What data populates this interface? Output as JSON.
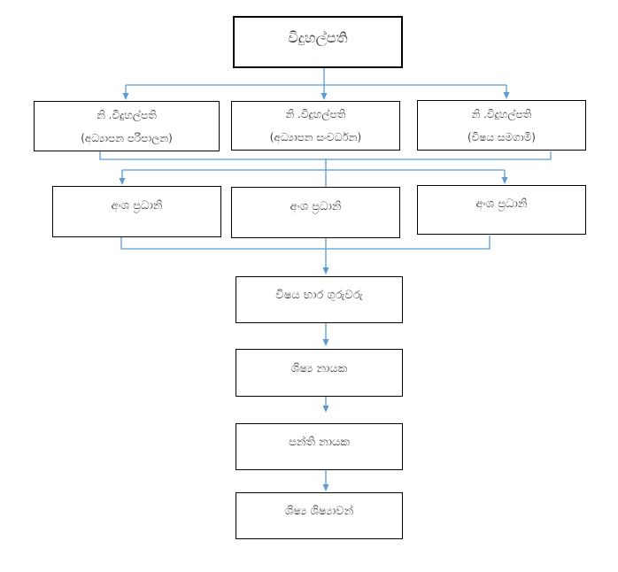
{
  "diagram": {
    "boxes": {
      "principal": "විදුහල්පති",
      "deputies": [
        {
          "line1": "නි .විදුහල්පති",
          "line2": "(අධ්‍යාපන පරිපාලන)"
        },
        {
          "line1": "නි .විදුහල්පති",
          "line2": "(අධ්‍යාපන සංවර්ධන)"
        },
        {
          "line1": "නි .විදුහල්පති",
          "line2": "(විෂය සමගාමී)"
        }
      ],
      "section_heads": [
        "අංශ ප්‍රධානි",
        "අංශ ප්‍රධානි",
        "අංශ ප්‍රධානි"
      ],
      "chain": [
        "විෂය භාර ගුරුවරු",
        "ශිෂ්‍ය නායක",
        "පන්ති නායක",
        "ශිෂ්‍ය ශිෂ්‍යාවන්"
      ]
    },
    "colors": {
      "connector": "#5B9BD5",
      "box_border": "#000000",
      "text": "#3d3d3d",
      "background": "#ffffff"
    }
  }
}
